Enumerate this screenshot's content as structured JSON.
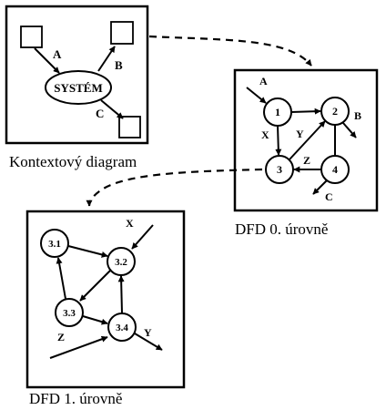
{
  "context_diagram": {
    "caption": "Kontextový diagram",
    "system_label": "SYSTÉM",
    "flows": {
      "a": "A",
      "b": "B",
      "c": "C"
    }
  },
  "dfd0": {
    "caption": "DFD 0. úrovně",
    "processes": {
      "p1": "1",
      "p2": "2",
      "p3": "3",
      "p4": "4"
    },
    "flows": {
      "a": "A",
      "b": "B",
      "c": "C",
      "x": "X",
      "y": "Y",
      "z": "Z"
    }
  },
  "dfd1": {
    "caption": "DFD 1. úrovně",
    "processes": {
      "p31": "3.1",
      "p32": "3.2",
      "p33": "3.3",
      "p34": "3.4"
    },
    "flows": {
      "x": "X",
      "y": "Y",
      "z": "Z"
    }
  }
}
